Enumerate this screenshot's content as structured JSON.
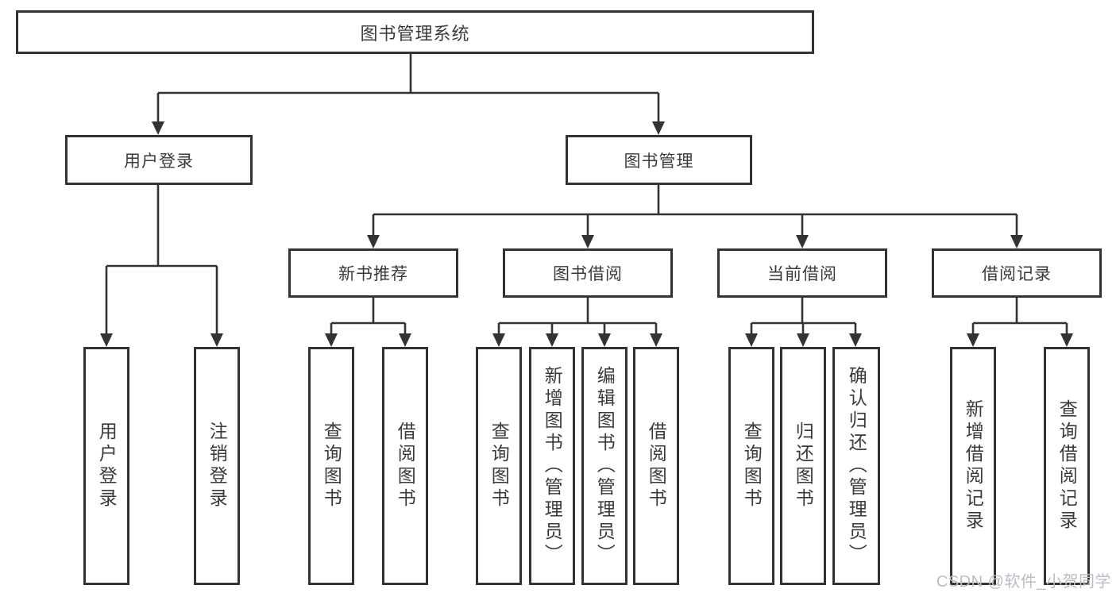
{
  "diagram_type": "hierarchy-tree",
  "tree": {
    "label": "图书管理系统",
    "children": [
      {
        "label": "用户登录",
        "children": [
          {
            "label": "用户登录"
          },
          {
            "label": "注销登录"
          }
        ]
      },
      {
        "label": "图书管理",
        "children": [
          {
            "label": "新书推荐",
            "children": [
              {
                "label": "查询图书"
              },
              {
                "label": "借阅图书"
              }
            ]
          },
          {
            "label": "图书借阅",
            "children": [
              {
                "label": "查询图书"
              },
              {
                "label": "新增图书（管理员）"
              },
              {
                "label": "编辑图书（管理员）"
              },
              {
                "label": "借阅图书"
              }
            ]
          },
          {
            "label": "当前借阅",
            "children": [
              {
                "label": "查询图书"
              },
              {
                "label": "归还图书"
              },
              {
                "label": "确认归还（管理员）"
              }
            ]
          },
          {
            "label": "借阅记录",
            "children": [
              {
                "label": "新增借阅记录"
              },
              {
                "label": "查询借阅记录"
              }
            ]
          }
        ]
      }
    ]
  },
  "watermark": {
    "text": "CSDN @软件_小贺同学"
  },
  "colors": {
    "line": "#333333",
    "text": "#3a3a3a",
    "watermark": "#b9bdc4",
    "background": "#ffffff"
  }
}
